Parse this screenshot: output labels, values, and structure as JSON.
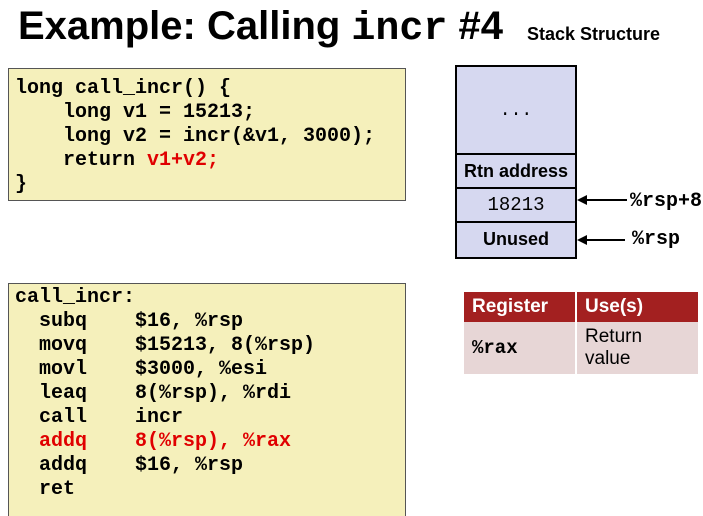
{
  "title": {
    "prefix": "Example: Calling ",
    "func": "incr",
    "suffix": " #4"
  },
  "stack_heading": "Stack Structure",
  "c_code": {
    "lines": [
      "long call_incr() {",
      "    long v1 = 15213;",
      "    long v2 = incr(&v1, 3000);",
      "    return "
    ],
    "return_expr": "v1+v2;",
    "closing": "}"
  },
  "asm_code": {
    "label": "call_incr:",
    "instructions": [
      {
        "op": "  subq    ",
        "args": "$16, %rsp",
        "highlight": false
      },
      {
        "op": "  movq    ",
        "args": "$15213, 8(%rsp)",
        "highlight": false
      },
      {
        "op": "  movl    ",
        "args": "$3000, %esi",
        "highlight": false
      },
      {
        "op": "  leaq    ",
        "args": "8(%rsp), %rdi",
        "highlight": false
      },
      {
        "op": "  call    ",
        "args": "incr",
        "highlight": false
      },
      {
        "op": "  addq    ",
        "args": "8(%rsp), %rax",
        "highlight": true
      },
      {
        "op": "  addq    ",
        "args": "$16, %rsp",
        "highlight": false
      },
      {
        "op": "  ret",
        "args": "",
        "highlight": false
      }
    ]
  },
  "stack": {
    "cells": [
      "...",
      "Rtn address",
      "18213",
      "Unused"
    ],
    "pointers": {
      "rsp_plus_8": "%rsp+8",
      "rsp": "%rsp"
    }
  },
  "register_table": {
    "headers": [
      "Register",
      "Use(s)"
    ],
    "rows": [
      {
        "register": "%rax",
        "use": "Return value"
      }
    ]
  },
  "colors": {
    "code_bg": "#f5f0bb",
    "stack_cell_bg": "#d6d8f0",
    "table_header_bg": "#a32020",
    "table_row_bg": "#e7d6d6",
    "highlight_red": "#e00000"
  }
}
